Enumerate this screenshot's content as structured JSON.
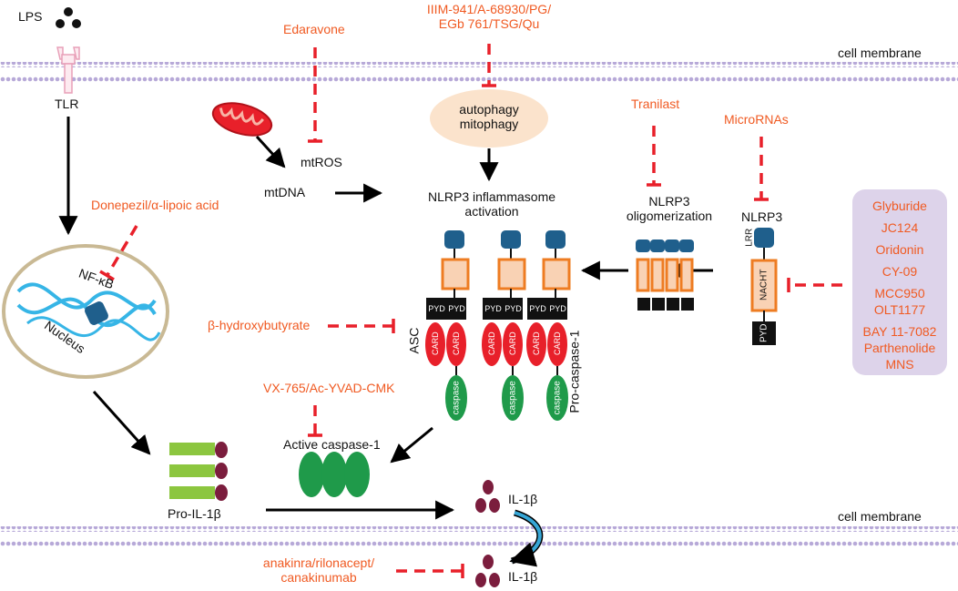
{
  "membrane": {
    "top_label": "cell membrane",
    "bottom_label": "cell membrane"
  },
  "upstream": {
    "lps": "LPS",
    "tlr": "TLR",
    "nfkb": "NF-κB",
    "nucleus": "Nucleus",
    "pro_il1b": "Pro-IL-1β"
  },
  "mito": {
    "mtros": "mtROS",
    "mtdna": "mtDNA",
    "autophagy": "autophagy\nmitophagy"
  },
  "inflammasome": {
    "activation": "NLRP3 inflammasome\nactivation",
    "oligomerization": "NLRP3\noligomerization",
    "nlrp3": "NLRP3",
    "asc": "ASC",
    "pro_caspase": "Pro-caspase-1",
    "active_caspase": "Active caspase-1",
    "il1b_top": "IL-1β",
    "il1b_bottom": "IL-1β"
  },
  "domains": {
    "pyd": "PYD",
    "card": "CARD",
    "caspase": "caspase",
    "lrr": "LRR",
    "nacht": "NACHT"
  },
  "inhibitors": {
    "edaravone": "Edaravone",
    "autophagy_drugs": "IIIM-941/A-68930/PG/\nEGb 761/TSG/Qu",
    "tranilast": "Tranilast",
    "micrornas": "MicroRNAs",
    "donepezil": "Donepezil/α-lipoic acid",
    "bhb": "β-hydroxybutyrate",
    "vx765": "VX-765/Ac-YVAD-CMK",
    "anakinra": "anakinra/rilonacept/\ncanakinumab",
    "nlrp3_direct": [
      "Glyburide",
      "JC124",
      "Oridonin",
      "CY-09",
      "MCC950",
      "OLT1177",
      "BAY 11-7082",
      "Parthenolide",
      "MNS"
    ]
  },
  "colors": {
    "inhibitor_text": "#f05a22",
    "inhibition_line": "#e8202a",
    "membrane": "#b7a9d8",
    "caspase": "#1f9a4a",
    "card": "#e8202a",
    "nacht": "#f9d2b4",
    "nacht_border": "#ee7c22",
    "lrr": "#1f5f8c",
    "pyd": "#111111",
    "nucleus_border": "#c9b994",
    "dna": "#36b5e6",
    "pro_il1b": "#8cc63f",
    "il1b": "#7b1d3d",
    "inhibitor_box": "#ddd3ea"
  }
}
